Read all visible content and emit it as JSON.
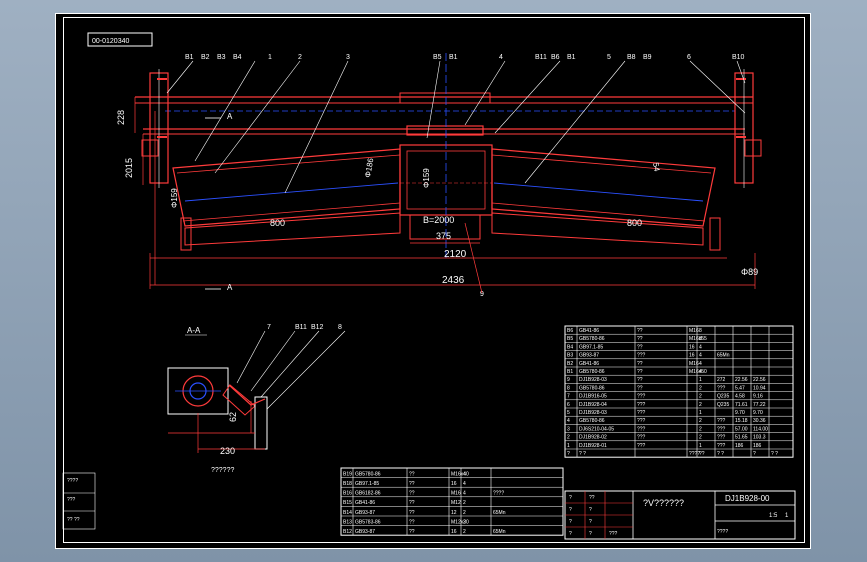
{
  "drawing": {
    "code_box": "00-0120340",
    "section_label": "A-A",
    "section_marker": "A",
    "section_caption": "??????",
    "top_callouts": [
      "B1",
      "B2",
      "B3",
      "B4",
      "1",
      "2",
      "3",
      "B5",
      "B1",
      "4",
      "B11",
      "B6",
      "B1",
      "5",
      "B8",
      "B9",
      "6",
      "B10"
    ],
    "section_callouts": [
      "7",
      "B11",
      "B12",
      "8"
    ],
    "dimensions": {
      "height_upper": "228",
      "height_lower": "2015",
      "pipe_left": "Φ159",
      "pipe_center": "Φ159",
      "angle_left": "Φ186",
      "angle_right": "54",
      "roll_left": "800",
      "roll_right": "800",
      "belt_width": "B=2000",
      "center_span": "375",
      "span_mid": "2120",
      "span_total": "2436",
      "pipe_dia": "Φ89",
      "section_height": "62",
      "section_width": "230",
      "callout_9": "9"
    }
  },
  "parts_table": {
    "rows": [
      [
        "B6",
        "GB41-86",
        "??",
        "M16",
        "8",
        "",
        "",
        "",
        ""
      ],
      [
        "B5",
        "GB5780-86",
        "??",
        "M16x55",
        "8",
        "",
        "",
        "",
        ""
      ],
      [
        "B4",
        "GB97.1-85",
        "??",
        "16",
        "4",
        "",
        "",
        "",
        ""
      ],
      [
        "B3",
        "GB93-87",
        "???",
        "16",
        "4",
        "65Mn",
        "",
        "",
        ""
      ],
      [
        "B2",
        "GB41-86",
        "??",
        "M16",
        "4",
        "",
        "",
        "",
        ""
      ],
      [
        "B1",
        "GB5780-86",
        "??",
        "M16x50",
        "4",
        "",
        "",
        "",
        ""
      ],
      [
        "9",
        "DJ1B928-03",
        "??",
        "",
        "1",
        "272",
        "22.56",
        "22.56",
        ""
      ],
      [
        "8",
        "GB5780-86",
        "??",
        "",
        "2",
        "???",
        "5.47",
        "10.94",
        ""
      ],
      [
        "7",
        "DJ1B916-05",
        "???",
        "",
        "2",
        "Q235",
        "4.58",
        "9.16",
        ""
      ],
      [
        "6",
        "DJ1B928-04",
        "???",
        "",
        "2",
        "Q235",
        "71.61",
        "77.22",
        ""
      ],
      [
        "5",
        "DJ1B928-03",
        "???",
        "",
        "1",
        "",
        "9.70",
        "9.70",
        ""
      ],
      [
        "4",
        "GB5780-86",
        "???",
        "",
        "2",
        "???",
        "15.18",
        "30.36",
        ""
      ],
      [
        "3",
        "DJ6S210-04-05",
        "???",
        "",
        "2",
        "???",
        "57.00",
        "114.00",
        ""
      ],
      [
        "2",
        "DJ1B928-02",
        "???",
        "",
        "2",
        "???",
        "51.65",
        "103.3",
        ""
      ],
      [
        "1",
        "DJ1B928-01",
        "???",
        "",
        "1",
        "???",
        "186",
        "186",
        ""
      ],
      [
        "?",
        "? ?",
        "",
        "????",
        "??",
        "? ?",
        "",
        "?",
        "? ?"
      ]
    ]
  },
  "std_table": {
    "rows": [
      [
        "B19",
        "GB5780-86",
        "??",
        "M16x40",
        "4",
        ""
      ],
      [
        "B18",
        "GB97.1-85",
        "??",
        "16",
        "4",
        ""
      ],
      [
        "B16",
        "GB6182-86",
        "??",
        "M16",
        "4",
        "????"
      ],
      [
        "B15",
        "GB41-86",
        "??",
        "M12",
        "2",
        ""
      ],
      [
        "B14",
        "GB93-87",
        "??",
        "12",
        "2",
        "65Mn"
      ],
      [
        "B13",
        "GB5783-86",
        "??",
        "M12x30",
        "2",
        ""
      ],
      [
        "B12",
        "GB93-87",
        "??",
        "16",
        "2",
        "65Mn"
      ]
    ]
  },
  "title_block": {
    "drawing_no": "DJ1B928-00",
    "title": "?V??????",
    "scale": "1:5",
    "sheets": "1",
    "marks": [
      "????",
      "?",
      "?",
      "?",
      "?",
      "??",
      "?",
      "?",
      "?",
      "???"
    ]
  },
  "side_labels": [
    "????",
    "???",
    "??  ??"
  ]
}
